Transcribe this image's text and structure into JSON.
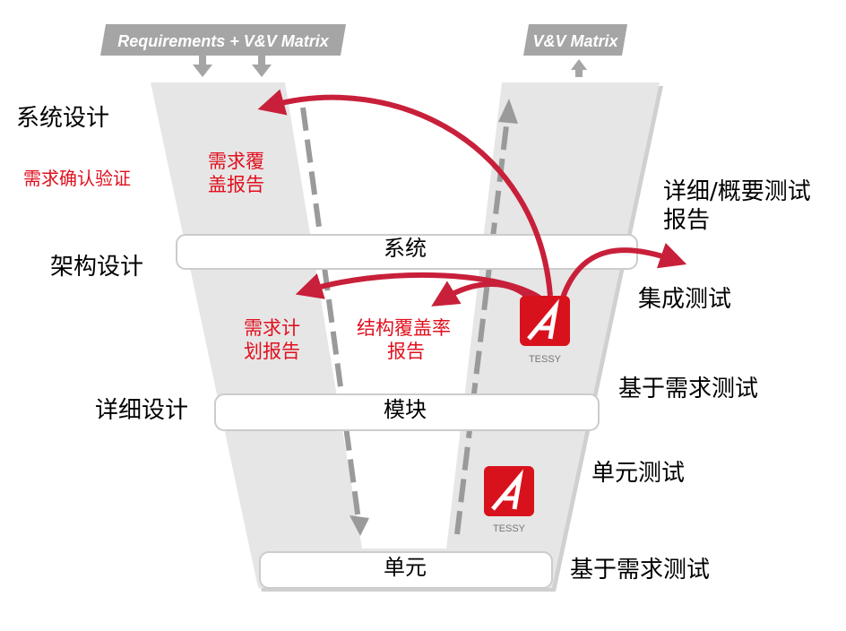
{
  "tags": {
    "top_left": "Requirements + V&V Matrix",
    "top_right": "V&V Matrix"
  },
  "levels": {
    "system": "系统",
    "module": "模块",
    "unit": "单元"
  },
  "left_labels": {
    "system_design": "系统设计",
    "req_validation": "需求确认验证",
    "arch_design": "架构设计",
    "detail_design": "详细设计"
  },
  "inner_labels": {
    "req_coverage_1": "需求覆",
    "req_coverage_2": "盖报告",
    "req_plan_1": "需求计",
    "req_plan_2": "划报告",
    "struct_cov_1": "结构覆盖率",
    "struct_cov_2": "报告"
  },
  "right_labels": {
    "detail_report_1": "详细/概要测试",
    "detail_report_2": "报告",
    "integration_test": "集成测试",
    "req_based_test_1": "基于需求测试",
    "unit_test": "单元测试",
    "req_based_test_2": "基于需求测试"
  },
  "logo": {
    "text": "TESSY",
    "color": "#d8121d"
  },
  "colors": {
    "arrow_red": "#c8203a",
    "funnel_gray": "#e6e6e6",
    "dash_gray": "#9a9a9a"
  }
}
